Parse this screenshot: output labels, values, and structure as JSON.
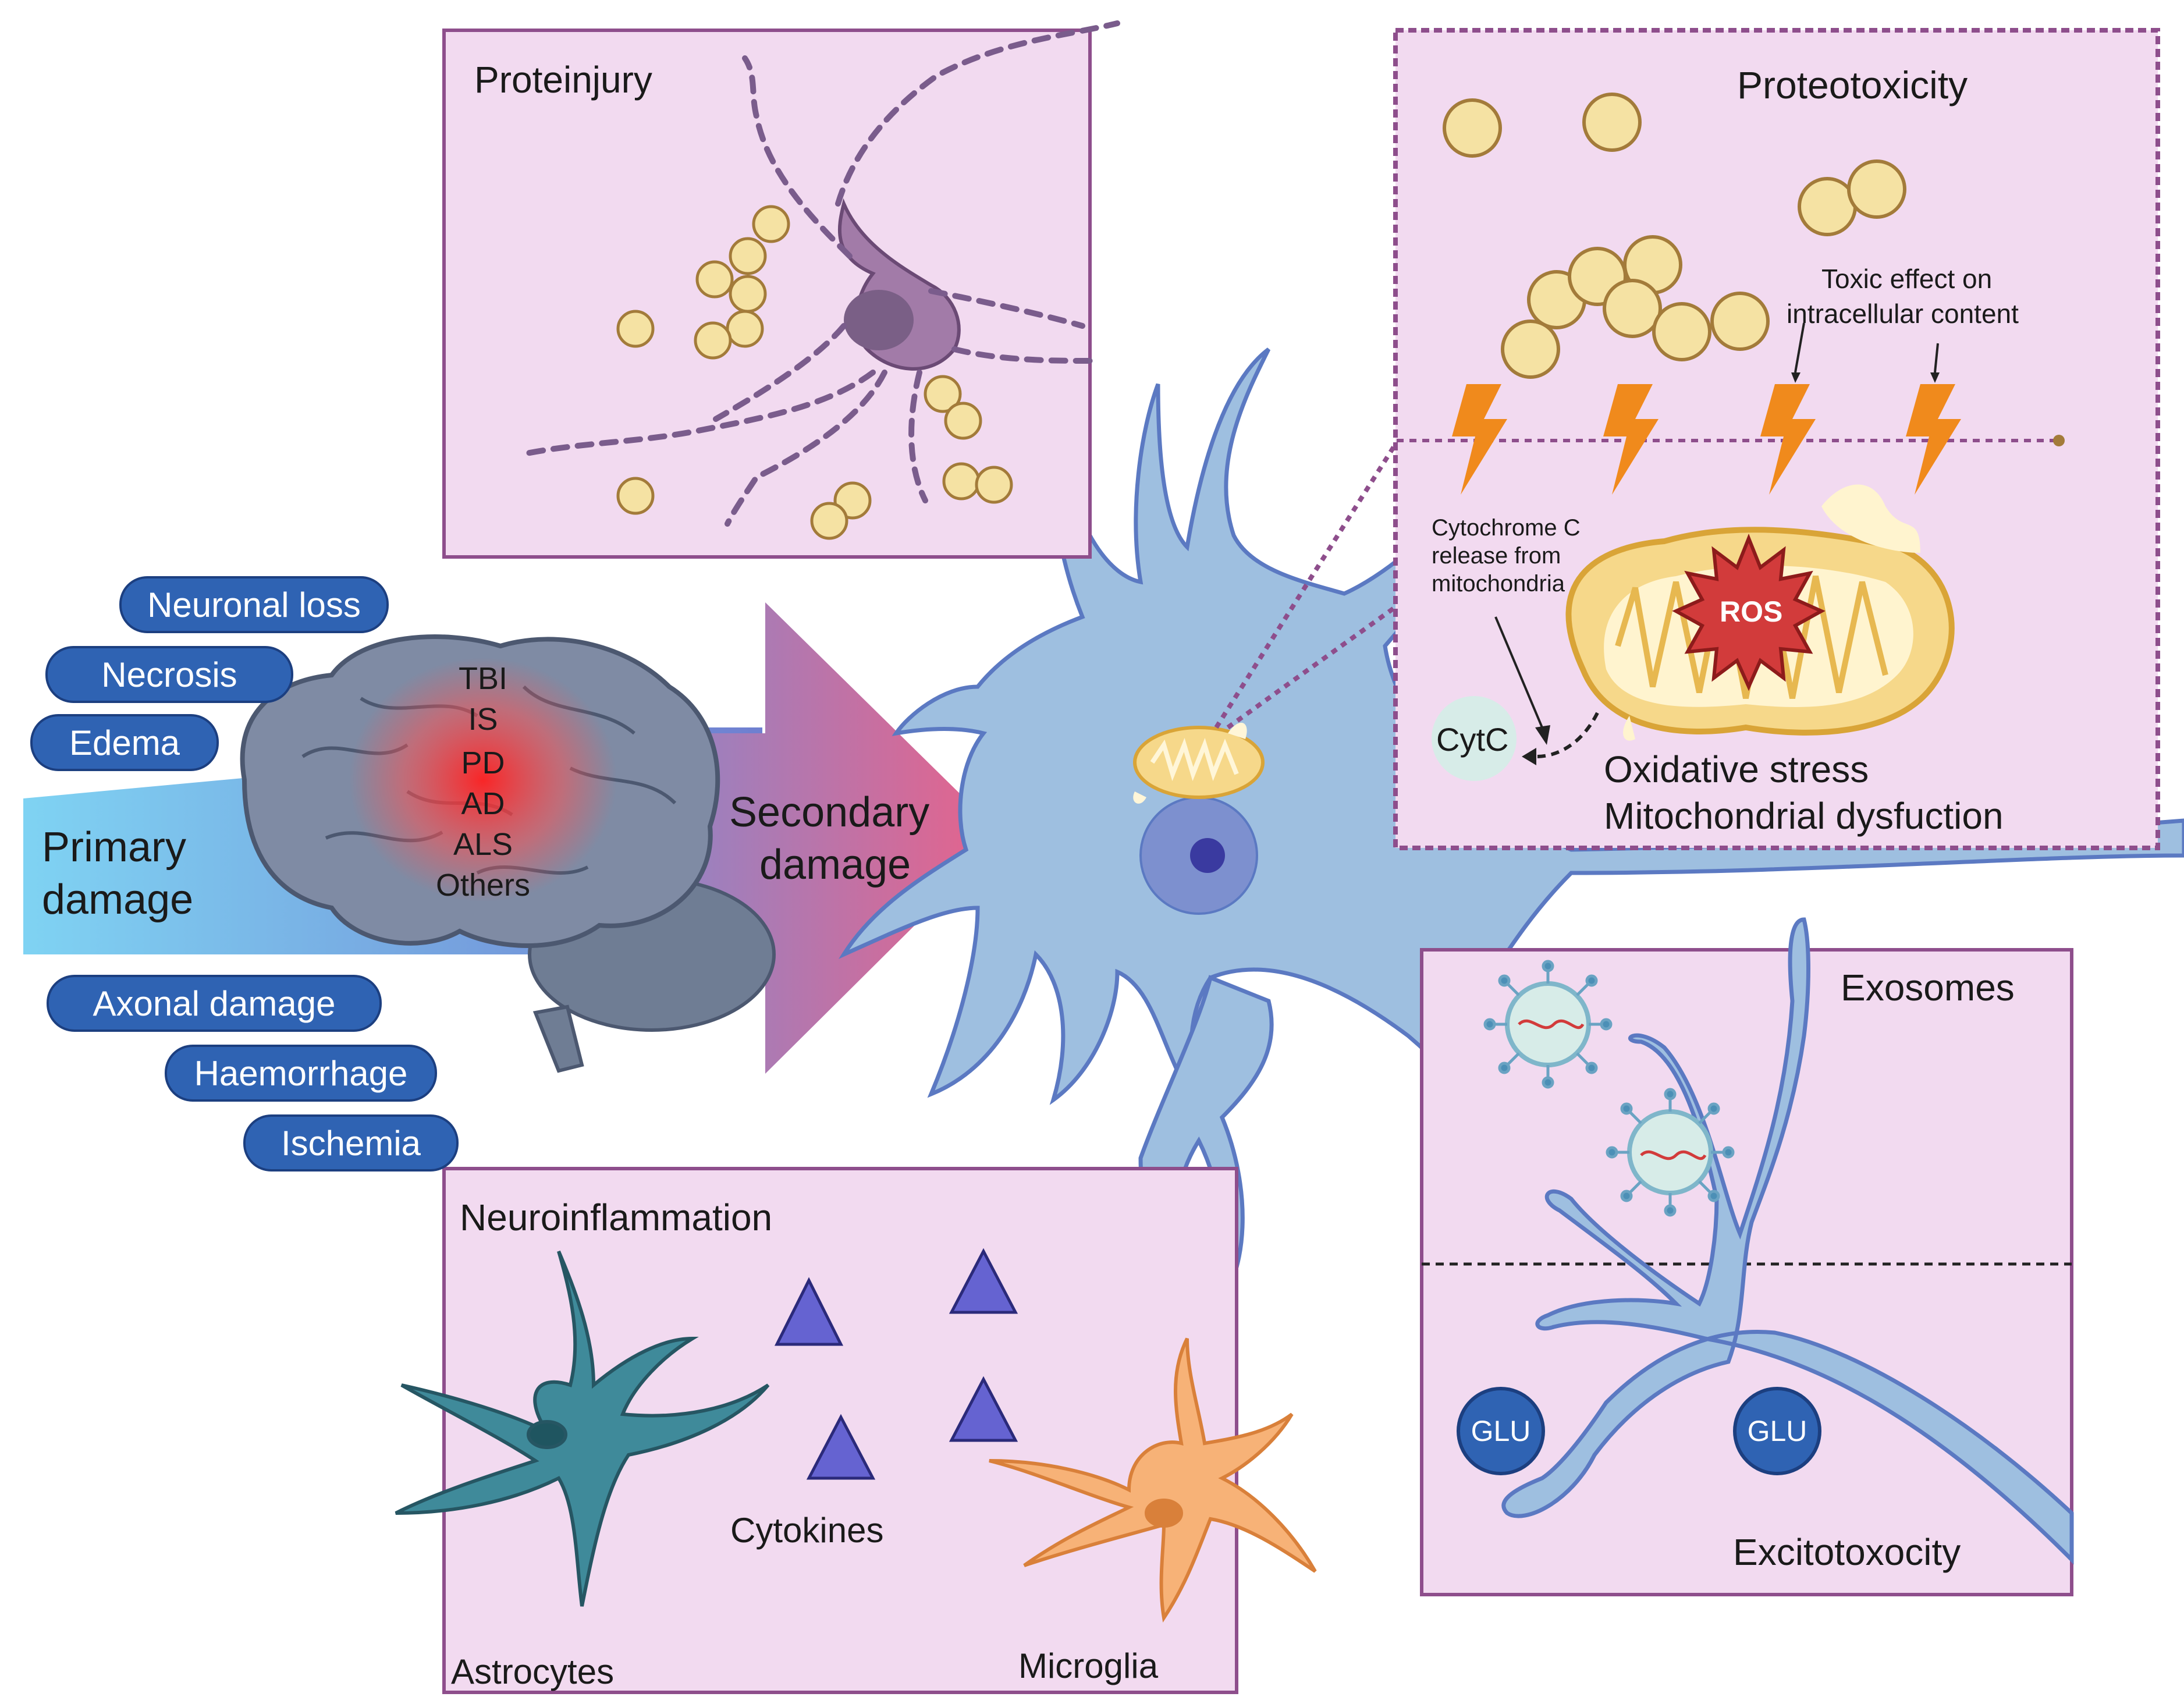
{
  "primary": {
    "line1": "Primary",
    "line2": "damage",
    "causes": [
      "Neuronal loss",
      "Necrosis",
      "Edema",
      "Axonal damage",
      "Haemorrhage",
      "Ischemia"
    ]
  },
  "brain": {
    "conditions": [
      "TBI",
      "IS",
      "PD",
      "AD",
      "ALS",
      "Others"
    ]
  },
  "secondary": {
    "line1": "Secondary",
    "line2": "damage"
  },
  "panels": {
    "proteinjury": {
      "title": "Proteinjury"
    },
    "proteotoxicity": {
      "title": "Proteotoxicity",
      "toxic_line1": "Toxic effect on",
      "toxic_line2": "intracellular content",
      "cyto_line1": "Cytochrome C",
      "cyto_line2": "release from",
      "cyto_line3": "mitochondria",
      "ros": "ROS",
      "cytc": "CytC",
      "oxidative": "Oxidative stress",
      "mito": "Mitochondrial dysfuction"
    },
    "neuroinflammation": {
      "title": "Neuroinflammation",
      "cytokines": "Cytokines",
      "astrocytes": "Astrocytes",
      "microglia": "Microglia"
    },
    "exosomes": {
      "title": "Exosomes",
      "glu": "GLU",
      "excitotoxicity": "Excitotoxocity"
    }
  },
  "colors": {
    "panel_fill": "#f2daf0",
    "panel_border": "#8e4e8c",
    "neuron": "#9ebfe0",
    "neuron_stroke": "#5b79c2",
    "pill": "#2f63b3",
    "protein": "#f5e2a3",
    "bolt": "#f08a1c",
    "ros": "#d23b3b"
  }
}
